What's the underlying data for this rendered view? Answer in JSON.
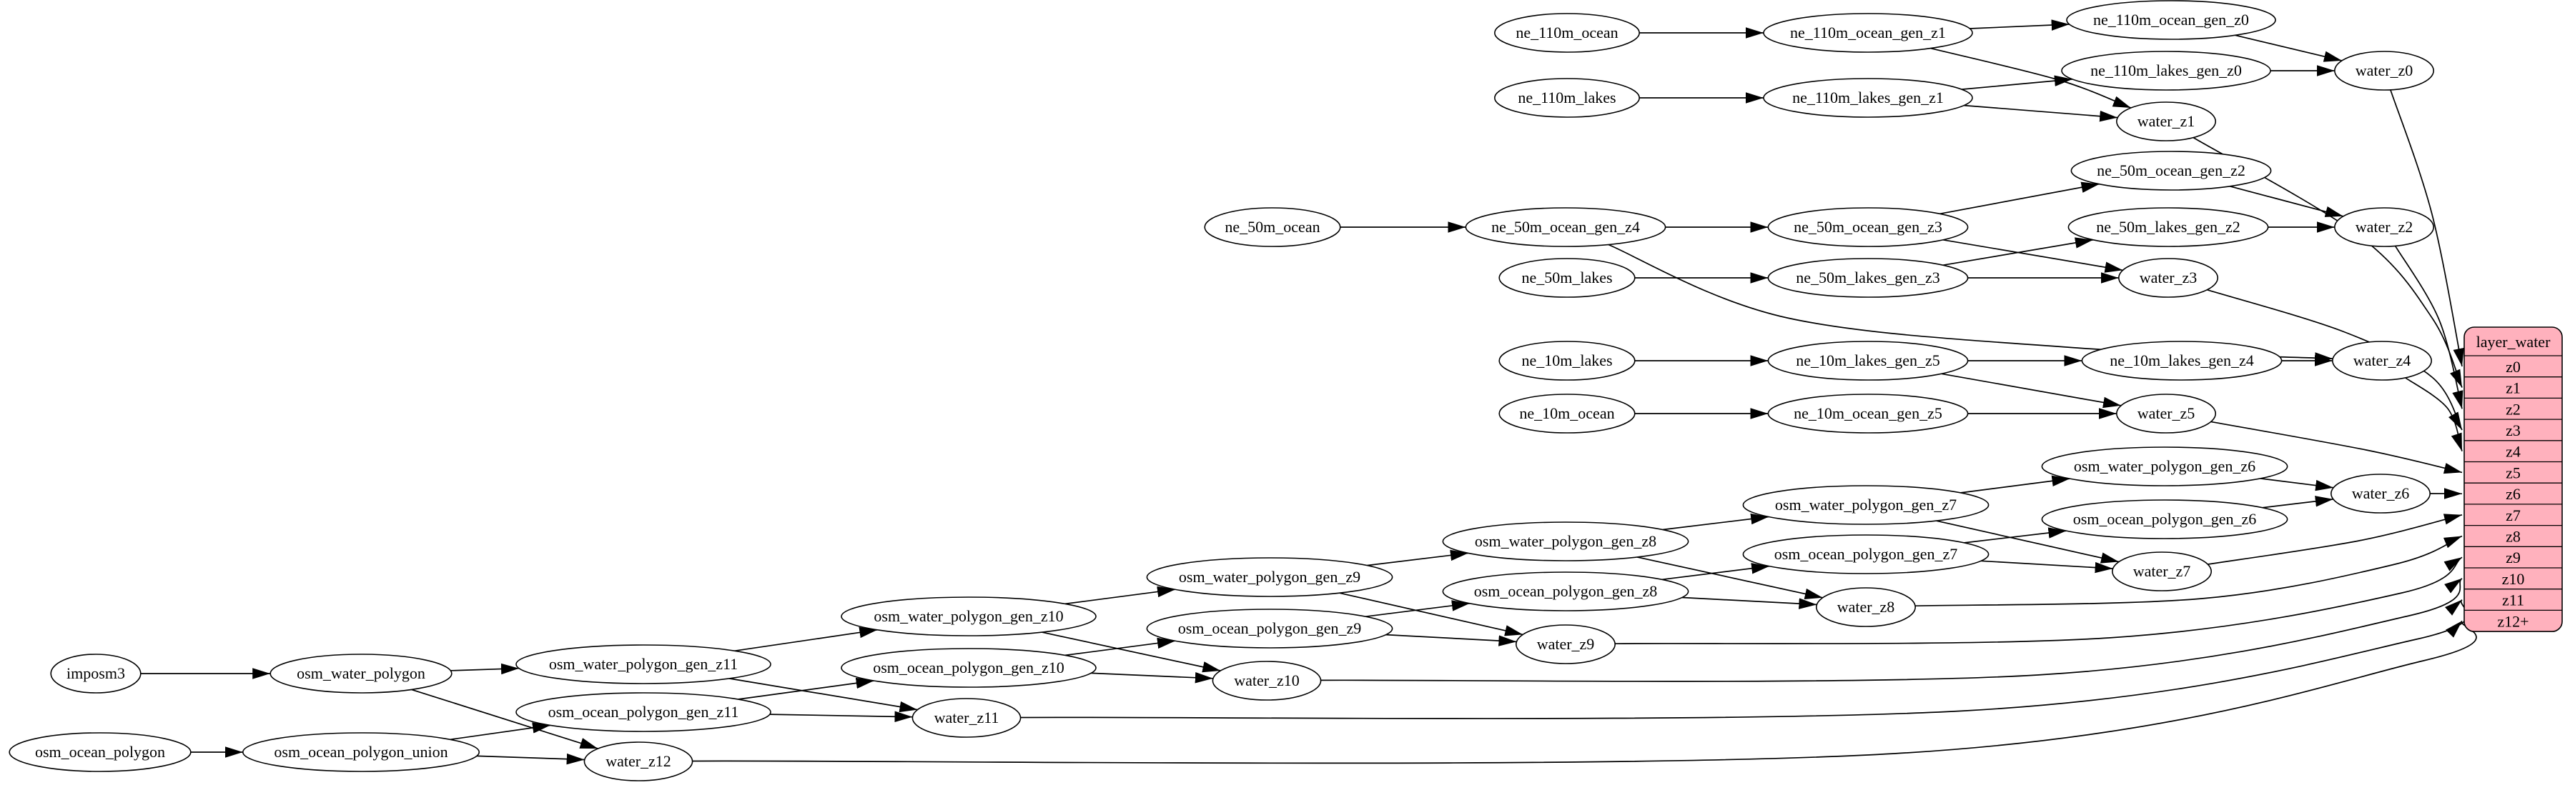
{
  "diagram": {
    "background": "#ffffff",
    "node_fill": "#ffffff",
    "node_stroke": "#000000",
    "edge_color": "#000000",
    "nodes": [
      {
        "id": "imposm3",
        "label": "imposm3"
      },
      {
        "id": "osm_ocean_polygon",
        "label": "osm_ocean_polygon"
      },
      {
        "id": "osm_water_polygon",
        "label": "osm_water_polygon"
      },
      {
        "id": "osm_ocean_polygon_union",
        "label": "osm_ocean_polygon_union"
      },
      {
        "id": "osm_water_polygon_gen_z11",
        "label": "osm_water_polygon_gen_z11"
      },
      {
        "id": "osm_ocean_polygon_gen_z11",
        "label": "osm_ocean_polygon_gen_z11"
      },
      {
        "id": "water_z12",
        "label": "water_z12"
      },
      {
        "id": "osm_water_polygon_gen_z10",
        "label": "osm_water_polygon_gen_z10"
      },
      {
        "id": "osm_ocean_polygon_gen_z10",
        "label": "osm_ocean_polygon_gen_z10"
      },
      {
        "id": "water_z11",
        "label": "water_z11"
      },
      {
        "id": "osm_water_polygon_gen_z9",
        "label": "osm_water_polygon_gen_z9"
      },
      {
        "id": "osm_ocean_polygon_gen_z9",
        "label": "osm_ocean_polygon_gen_z9"
      },
      {
        "id": "water_z10",
        "label": "water_z10"
      },
      {
        "id": "ne_50m_ocean",
        "label": "ne_50m_ocean"
      },
      {
        "id": "osm_water_polygon_gen_z8",
        "label": "osm_water_polygon_gen_z8"
      },
      {
        "id": "osm_ocean_polygon_gen_z8",
        "label": "osm_ocean_polygon_gen_z8"
      },
      {
        "id": "water_z9",
        "label": "water_z9"
      },
      {
        "id": "ne_110m_ocean",
        "label": "ne_110m_ocean"
      },
      {
        "id": "ne_110m_lakes",
        "label": "ne_110m_lakes"
      },
      {
        "id": "ne_50m_ocean_gen_z4",
        "label": "ne_50m_ocean_gen_z4"
      },
      {
        "id": "ne_50m_lakes",
        "label": "ne_50m_lakes"
      },
      {
        "id": "ne_10m_lakes",
        "label": "ne_10m_lakes"
      },
      {
        "id": "ne_10m_ocean",
        "label": "ne_10m_ocean"
      },
      {
        "id": "osm_water_polygon_gen_z7",
        "label": "osm_water_polygon_gen_z7"
      },
      {
        "id": "osm_ocean_polygon_gen_z7",
        "label": "osm_ocean_polygon_gen_z7"
      },
      {
        "id": "water_z8",
        "label": "water_z8"
      },
      {
        "id": "ne_110m_ocean_gen_z1",
        "label": "ne_110m_ocean_gen_z1"
      },
      {
        "id": "ne_110m_lakes_gen_z1",
        "label": "ne_110m_lakes_gen_z1"
      },
      {
        "id": "ne_50m_ocean_gen_z3",
        "label": "ne_50m_ocean_gen_z3"
      },
      {
        "id": "ne_50m_lakes_gen_z3",
        "label": "ne_50m_lakes_gen_z3"
      },
      {
        "id": "ne_10m_lakes_gen_z5",
        "label": "ne_10m_lakes_gen_z5"
      },
      {
        "id": "ne_10m_ocean_gen_z5",
        "label": "ne_10m_ocean_gen_z5"
      },
      {
        "id": "osm_water_polygon_gen_z6",
        "label": "osm_water_polygon_gen_z6"
      },
      {
        "id": "osm_ocean_polygon_gen_z6",
        "label": "osm_ocean_polygon_gen_z6"
      },
      {
        "id": "water_z7",
        "label": "water_z7"
      },
      {
        "id": "ne_110m_ocean_gen_z0",
        "label": "ne_110m_ocean_gen_z0"
      },
      {
        "id": "ne_110m_lakes_gen_z0",
        "label": "ne_110m_lakes_gen_z0"
      },
      {
        "id": "water_z1",
        "label": "water_z1"
      },
      {
        "id": "ne_50m_ocean_gen_z2",
        "label": "ne_50m_ocean_gen_z2"
      },
      {
        "id": "ne_50m_lakes_gen_z2",
        "label": "ne_50m_lakes_gen_z2"
      },
      {
        "id": "water_z3",
        "label": "water_z3"
      },
      {
        "id": "ne_10m_lakes_gen_z4",
        "label": "ne_10m_lakes_gen_z4"
      },
      {
        "id": "water_z5",
        "label": "water_z5"
      },
      {
        "id": "water_z0",
        "label": "water_z0"
      },
      {
        "id": "water_z2",
        "label": "water_z2"
      },
      {
        "id": "water_z4",
        "label": "water_z4"
      },
      {
        "id": "water_z6",
        "label": "water_z6"
      }
    ],
    "table": {
      "id": "layer_water",
      "title": "layer_water",
      "fill": "#ffb1bd",
      "stroke": "#000000",
      "rows": [
        "z0",
        "z1",
        "z2",
        "z3",
        "z4",
        "z5",
        "z6",
        "z7",
        "z8",
        "z9",
        "z10",
        "z11",
        "z12+"
      ]
    },
    "edges": [
      {
        "from": "imposm3",
        "to": "osm_water_polygon"
      },
      {
        "from": "osm_ocean_polygon",
        "to": "osm_ocean_polygon_union"
      },
      {
        "from": "osm_water_polygon",
        "to": "osm_water_polygon_gen_z11"
      },
      {
        "from": "osm_water_polygon",
        "to": "water_z12"
      },
      {
        "from": "osm_ocean_polygon_union",
        "to": "osm_ocean_polygon_gen_z11"
      },
      {
        "from": "osm_ocean_polygon_union",
        "to": "water_z12"
      },
      {
        "from": "osm_water_polygon_gen_z11",
        "to": "osm_water_polygon_gen_z10"
      },
      {
        "from": "osm_water_polygon_gen_z11",
        "to": "water_z11"
      },
      {
        "from": "osm_ocean_polygon_gen_z11",
        "to": "osm_ocean_polygon_gen_z10"
      },
      {
        "from": "osm_ocean_polygon_gen_z11",
        "to": "water_z11"
      },
      {
        "from": "osm_water_polygon_gen_z10",
        "to": "osm_water_polygon_gen_z9"
      },
      {
        "from": "osm_water_polygon_gen_z10",
        "to": "water_z10"
      },
      {
        "from": "osm_ocean_polygon_gen_z10",
        "to": "osm_ocean_polygon_gen_z9"
      },
      {
        "from": "osm_ocean_polygon_gen_z10",
        "to": "water_z10"
      },
      {
        "from": "osm_water_polygon_gen_z9",
        "to": "osm_water_polygon_gen_z8"
      },
      {
        "from": "osm_water_polygon_gen_z9",
        "to": "water_z9"
      },
      {
        "from": "osm_ocean_polygon_gen_z9",
        "to": "osm_ocean_polygon_gen_z8"
      },
      {
        "from": "osm_ocean_polygon_gen_z9",
        "to": "water_z9"
      },
      {
        "from": "osm_water_polygon_gen_z8",
        "to": "osm_water_polygon_gen_z7"
      },
      {
        "from": "osm_water_polygon_gen_z8",
        "to": "water_z8"
      },
      {
        "from": "osm_ocean_polygon_gen_z8",
        "to": "osm_ocean_polygon_gen_z7"
      },
      {
        "from": "osm_ocean_polygon_gen_z8",
        "to": "water_z8"
      },
      {
        "from": "osm_water_polygon_gen_z7",
        "to": "osm_water_polygon_gen_z6"
      },
      {
        "from": "osm_water_polygon_gen_z7",
        "to": "water_z7"
      },
      {
        "from": "osm_ocean_polygon_gen_z7",
        "to": "osm_ocean_polygon_gen_z6"
      },
      {
        "from": "osm_ocean_polygon_gen_z7",
        "to": "water_z7"
      },
      {
        "from": "osm_water_polygon_gen_z6",
        "to": "water_z6"
      },
      {
        "from": "osm_ocean_polygon_gen_z6",
        "to": "water_z6"
      },
      {
        "from": "ne_110m_ocean",
        "to": "ne_110m_ocean_gen_z1"
      },
      {
        "from": "ne_110m_ocean_gen_z1",
        "to": "ne_110m_ocean_gen_z0"
      },
      {
        "from": "ne_110m_ocean_gen_z1",
        "to": "water_z1"
      },
      {
        "from": "ne_110m_lakes",
        "to": "ne_110m_lakes_gen_z1"
      },
      {
        "from": "ne_110m_lakes_gen_z1",
        "to": "ne_110m_lakes_gen_z0"
      },
      {
        "from": "ne_110m_lakes_gen_z1",
        "to": "water_z1"
      },
      {
        "from": "ne_110m_ocean_gen_z0",
        "to": "water_z0"
      },
      {
        "from": "ne_110m_lakes_gen_z0",
        "to": "water_z0"
      },
      {
        "from": "ne_50m_ocean",
        "to": "ne_50m_ocean_gen_z4"
      },
      {
        "from": "ne_50m_ocean_gen_z4",
        "to": "ne_50m_ocean_gen_z3"
      },
      {
        "from": "ne_50m_ocean_gen_z4",
        "to": "water_z4"
      },
      {
        "from": "ne_50m_lakes",
        "to": "ne_50m_lakes_gen_z3"
      },
      {
        "from": "ne_50m_ocean_gen_z3",
        "to": "ne_50m_ocean_gen_z2"
      },
      {
        "from": "ne_50m_ocean_gen_z3",
        "to": "water_z3"
      },
      {
        "from": "ne_50m_lakes_gen_z3",
        "to": "ne_50m_lakes_gen_z2"
      },
      {
        "from": "ne_50m_lakes_gen_z3",
        "to": "water_z3"
      },
      {
        "from": "ne_50m_ocean_gen_z2",
        "to": "water_z2"
      },
      {
        "from": "ne_50m_lakes_gen_z2",
        "to": "water_z2"
      },
      {
        "from": "ne_10m_lakes",
        "to": "ne_10m_lakes_gen_z5"
      },
      {
        "from": "ne_10m_lakes_gen_z5",
        "to": "ne_10m_lakes_gen_z4"
      },
      {
        "from": "ne_10m_lakes_gen_z5",
        "to": "water_z5"
      },
      {
        "from": "ne_10m_ocean",
        "to": "ne_10m_ocean_gen_z5"
      },
      {
        "from": "ne_10m_ocean_gen_z5",
        "to": "water_z5"
      },
      {
        "from": "ne_10m_lakes_gen_z4",
        "to": "water_z4"
      },
      {
        "from": "water_z0",
        "to": "layer_water#z0"
      },
      {
        "from": "water_z1",
        "to": "layer_water#z1"
      },
      {
        "from": "water_z2",
        "to": "layer_water#z2"
      },
      {
        "from": "water_z3",
        "to": "layer_water#z3"
      },
      {
        "from": "water_z4",
        "to": "layer_water#z4"
      },
      {
        "from": "water_z5",
        "to": "layer_water#z5"
      },
      {
        "from": "water_z6",
        "to": "layer_water#z6"
      },
      {
        "from": "water_z7",
        "to": "layer_water#z7"
      },
      {
        "from": "water_z8",
        "to": "layer_water#z8"
      },
      {
        "from": "water_z9",
        "to": "layer_water#z9"
      },
      {
        "from": "water_z10",
        "to": "layer_water#z10"
      },
      {
        "from": "water_z11",
        "to": "layer_water#z11"
      },
      {
        "from": "water_z12",
        "to": "layer_water#z12+"
      }
    ]
  }
}
